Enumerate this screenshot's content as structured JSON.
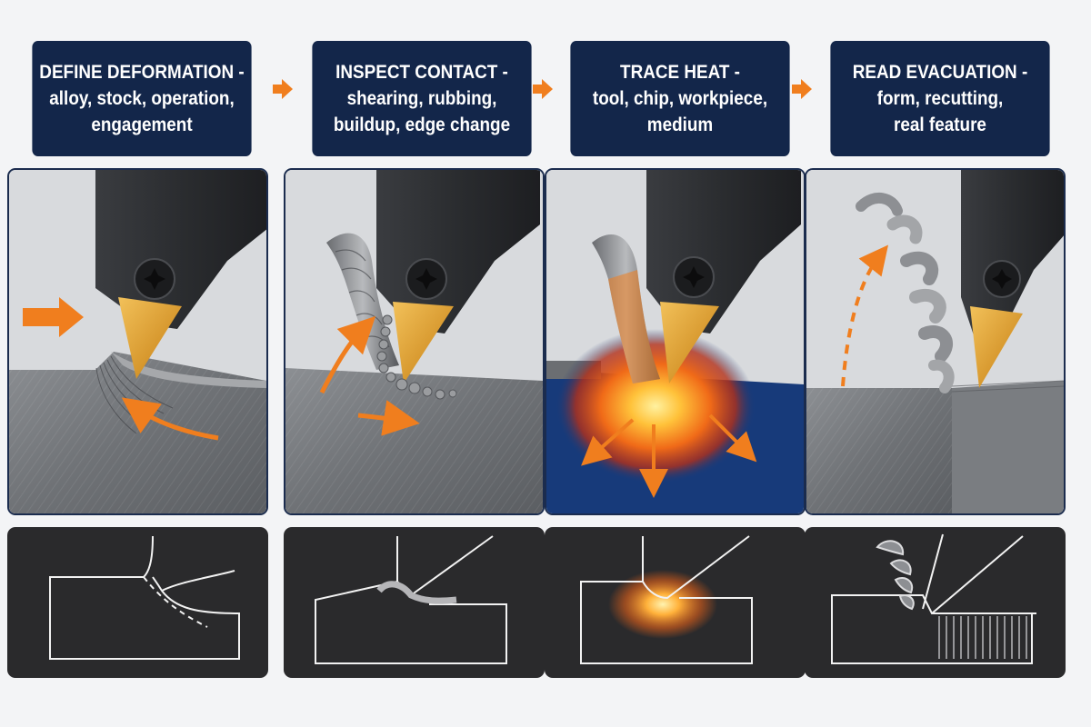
{
  "steps": [
    {
      "title": "DEFINE DEFORMATION -",
      "line2": "alloy, stock, operation,",
      "line3": "engagement"
    },
    {
      "title": "INSPECT CONTACT -",
      "line2": "shearing, rubbing,",
      "line3": "buildup, edge change"
    },
    {
      "title": "TRACE HEAT -",
      "line2": "tool, chip, workpiece,",
      "line3": "medium"
    },
    {
      "title": "READ EVACUATION -",
      "line2": "form, recutting,",
      "line3": "real feature"
    }
  ],
  "colors": {
    "header_bg": "#13264a",
    "accent_orange": "#f07e1e",
    "insert_gold": "#e0a53a",
    "tool_dark": "#2b2d30",
    "sketch_bg": "#2a2a2c",
    "heat_blue": "#173a7a"
  },
  "icons": [
    "flow-arrow-icon",
    "torx-screw-icon",
    "heat-spot-icon"
  ]
}
